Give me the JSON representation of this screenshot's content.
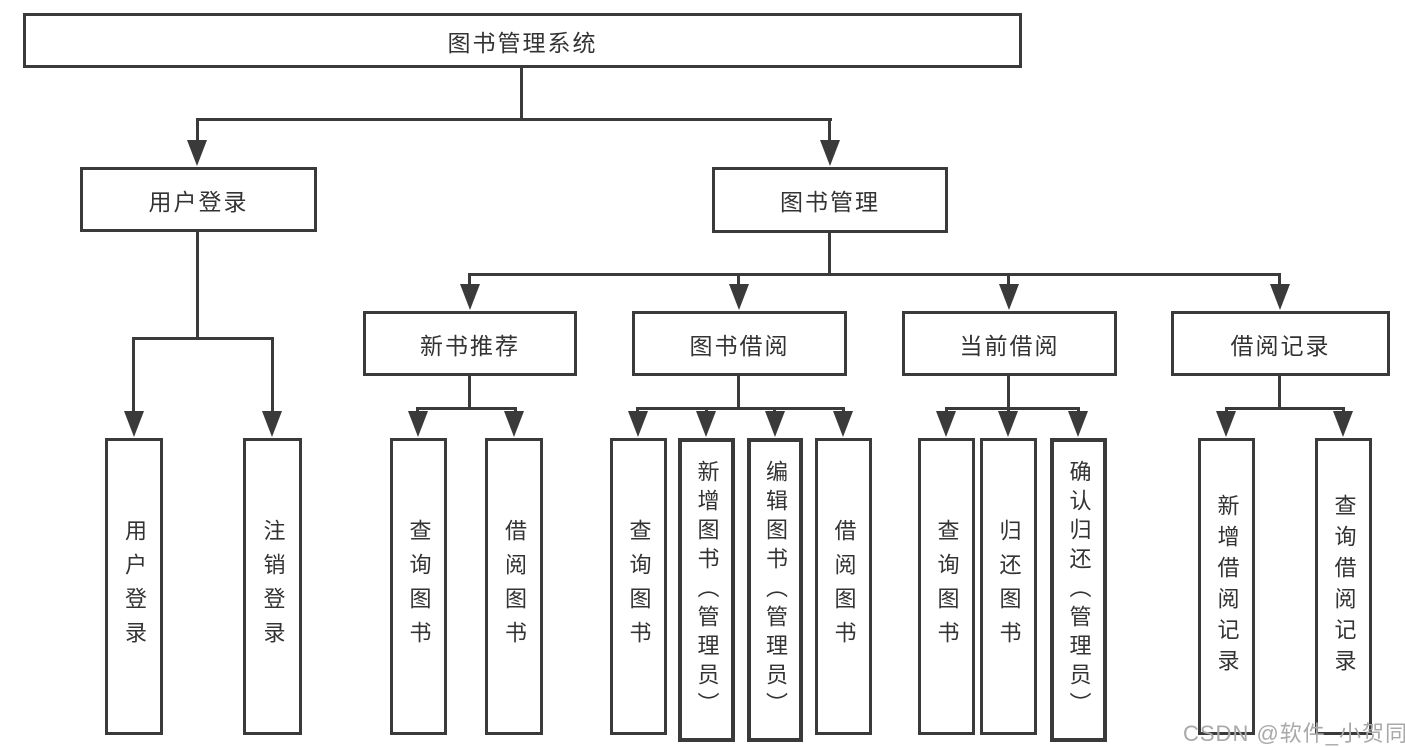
{
  "tree": {
    "root": "图书管理系统",
    "children": [
      {
        "label": "用户登录",
        "children": [
          "用户登录",
          "注销登录"
        ]
      },
      {
        "label": "图书管理",
        "children": [
          {
            "label": "新书推荐",
            "children": [
              "查询图书",
              "借阅图书"
            ]
          },
          {
            "label": "图书借阅",
            "children": [
              "查询图书",
              "新增图书（管理员）",
              "编辑图书（管理员）",
              "借阅图书"
            ]
          },
          {
            "label": "当前借阅",
            "children": [
              "查询图书",
              "归还图书",
              "确认归还（管理员）"
            ]
          },
          {
            "label": "借阅记录",
            "children": [
              "新增借阅记录",
              "查询借阅记录"
            ]
          }
        ]
      }
    ]
  },
  "watermark": "CSDN @软件_小贺同学",
  "colors": {
    "line": "#3a3a3a",
    "text": "#333333",
    "watermark": "#a9a9a9",
    "background": "#ffffff"
  }
}
